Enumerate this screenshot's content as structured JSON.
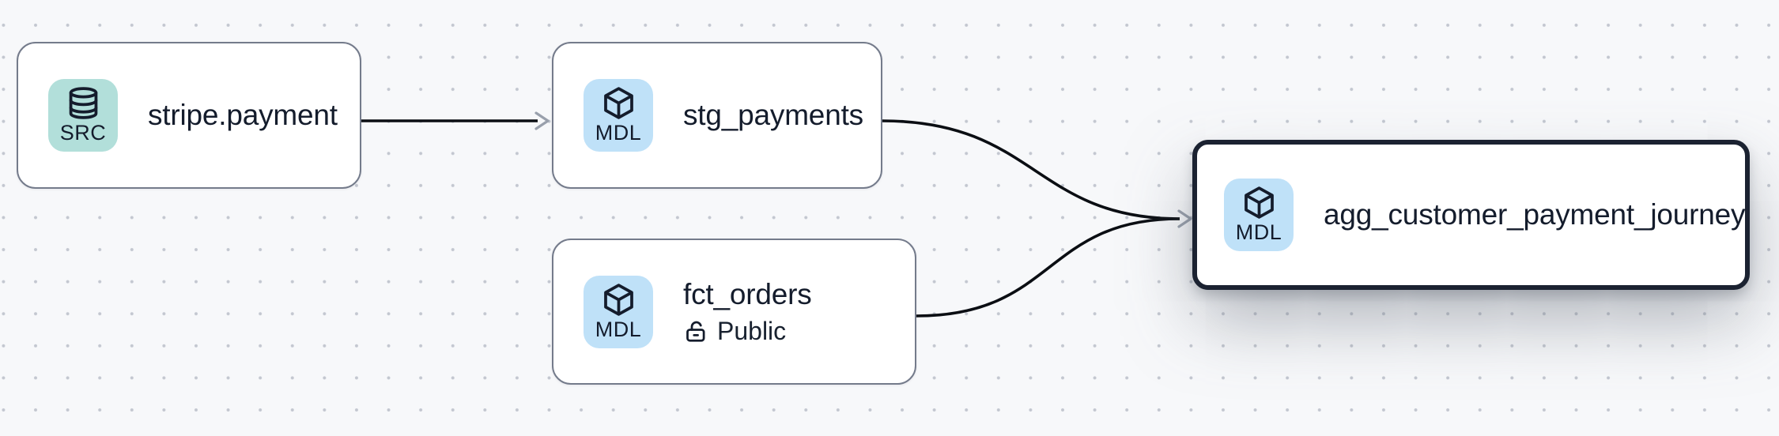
{
  "app": {
    "view": "data-lineage-canvas"
  },
  "graph": {
    "nodes": [
      {
        "title": "stripe.payment",
        "type_badge": "SRC",
        "icon": "database-icon",
        "badge_color": "#b2dfda",
        "selected": false
      },
      {
        "title": "stg_payments",
        "type_badge": "MDL",
        "icon": "cube-icon",
        "badge_color": "#bfe1f8",
        "selected": false
      },
      {
        "title": "fct_orders",
        "type_badge": "MDL",
        "icon": "cube-icon",
        "badge_color": "#bfe1f8",
        "access_label": "Public",
        "access_icon": "lock-open-icon",
        "selected": false
      },
      {
        "title": "agg_customer_payment_journey",
        "type_badge": "MDL",
        "icon": "cube-icon",
        "badge_color": "#bfe1f8",
        "selected": true
      }
    ],
    "edges": [
      {
        "from": "stripe.payment",
        "to": "stg_payments"
      },
      {
        "from": "stg_payments",
        "to": "agg_customer_payment_journey"
      },
      {
        "from": "fct_orders",
        "to": "agg_customer_payment_journey"
      }
    ]
  },
  "colors": {
    "background": "#f7f8fa",
    "grid_dot": "#c3c7d0",
    "node_fill": "#ffffff",
    "node_border": "#747b8b",
    "selected_node_border": "#1b2231",
    "edge": "#0b0e13",
    "arrowhead": "#99a0ac",
    "text": "#141c2c",
    "badge_src_bg": "#b2dfda",
    "badge_mdl_bg": "#bfe1f8"
  }
}
